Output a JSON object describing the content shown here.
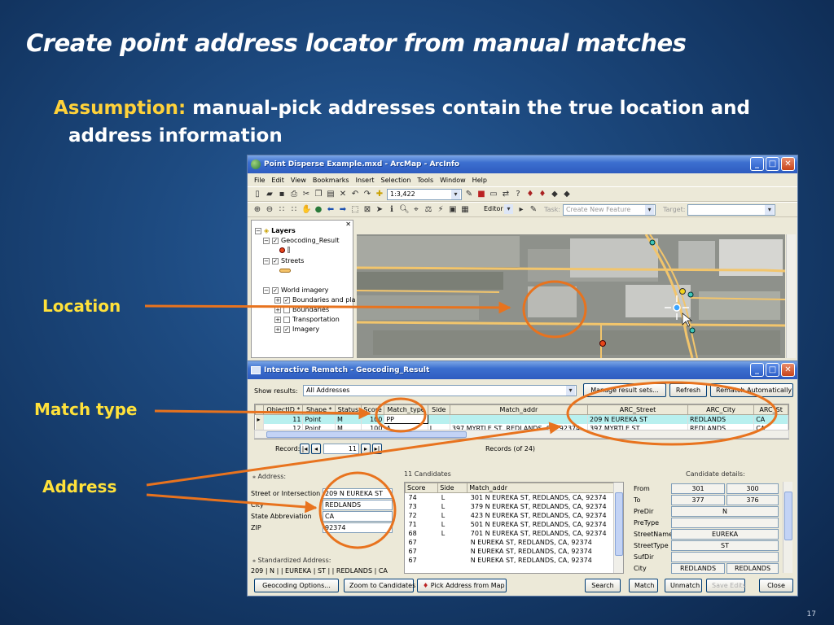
{
  "slide": {
    "title": "Create point address locator from manual matches",
    "bullet_label": "Assumption:",
    "bullet_text_1": "manual-pick addresses contain the true location and",
    "bullet_text_2": "address information",
    "callouts": [
      "Location",
      "Match type",
      "Address"
    ],
    "page_number": "17",
    "annotation_color": "#e8731e",
    "callout_color": "#ffe13a"
  },
  "arcmap": {
    "title": "Point Disperse Example.mxd - ArcMap - ArcInfo",
    "menu": [
      "File",
      "Edit",
      "View",
      "Bookmarks",
      "Insert",
      "Selection",
      "Tools",
      "Window",
      "Help"
    ],
    "scale": "1:3,422",
    "editor_label": "Editor",
    "task_label": "Task:",
    "task_value": "Create New Feature",
    "target_label": "Target:",
    "toc": {
      "root": "Layers",
      "items": [
        "Geocoding_Result",
        "Streets",
        "World imagery",
        "Boundaries and pla",
        "Boundaries",
        "Transportation",
        "Imagery"
      ]
    }
  },
  "rematch": {
    "title": "Interactive Rematch - Geocoding_Result",
    "show_results_label": "Show results:",
    "show_results_value": "All Addresses",
    "manage_button": "Manage result sets...",
    "refresh_button": "Refresh",
    "rematch_auto_button": "Rematch Automatically",
    "columns": [
      "ObjectID *",
      "Shape *",
      "Status",
      "Score",
      "Match_type",
      "Side",
      "Match_addr",
      "ARC_Street",
      "ARC_City",
      "ARC_St"
    ],
    "rows": [
      [
        "11",
        "Point",
        "M",
        "100",
        "PP",
        "",
        "",
        "209 N EUREKA ST",
        "REDLANDS",
        "CA"
      ],
      [
        "12",
        "Point",
        "M",
        "100",
        "A",
        "L",
        "397 MYRTLE ST, REDLANDS, CA, 92374",
        "397 MYRTLE ST",
        "REDLANDS",
        "CA"
      ]
    ],
    "record_label": "Record:",
    "record_value": "11",
    "records_of": "Records (of 24)",
    "address_header": "Address:",
    "address_fields": [
      {
        "label": "Street or Intersection",
        "value": "209 N EUREKA ST"
      },
      {
        "label": "City",
        "value": "REDLANDS"
      },
      {
        "label": "State Abbreviation",
        "value": "CA"
      },
      {
        "label": "ZIP",
        "value": "92374"
      }
    ],
    "standardized_header": "Standardized Address:",
    "standardized_value": "209 | N |  | EUREKA | ST |  | REDLANDS | CA",
    "candidates_header": "11 Candidates",
    "candidate_columns": [
      "Score",
      "Side",
      "Match_addr"
    ],
    "candidates": [
      [
        "74",
        "L",
        "301 N EUREKA ST, REDLANDS, CA, 92374"
      ],
      [
        "73",
        "L",
        "379 N EUREKA ST, REDLANDS, CA, 92374"
      ],
      [
        "72",
        "L",
        "423 N EUREKA ST, REDLANDS, CA, 92374"
      ],
      [
        "71",
        "L",
        "501 N EUREKA ST, REDLANDS, CA, 92374"
      ],
      [
        "68",
        "L",
        "701 N EUREKA ST, REDLANDS, CA, 92374"
      ],
      [
        "67",
        "",
        "N EUREKA ST, REDLANDS, CA, 92374"
      ],
      [
        "67",
        "",
        "N EUREKA ST, REDLANDS, CA, 92374"
      ],
      [
        "67",
        "",
        "N EUREKA ST, REDLANDS, CA, 92374"
      ]
    ],
    "details_header": "Candidate details:",
    "details": [
      {
        "label": "From",
        "v1": "301",
        "v2": "300"
      },
      {
        "label": "To",
        "v1": "377",
        "v2": "376"
      },
      {
        "label": "PreDir",
        "v": "N"
      },
      {
        "label": "PreType",
        "v": ""
      },
      {
        "label": "StreetName",
        "v": "EUREKA"
      },
      {
        "label": "StreetType",
        "v": "ST"
      },
      {
        "label": "SufDir",
        "v": ""
      },
      {
        "label": "City",
        "v1": "REDLANDS",
        "v2": "REDLANDS"
      }
    ],
    "buttons": {
      "geocoding_options": "Geocoding Options...",
      "zoom_candidates": "Zoom to Candidates",
      "pick_address": "Pick Address from Map",
      "search": "Search",
      "match": "Match",
      "unmatch": "Unmatch",
      "save_edits": "Save Edits",
      "close": "Close"
    }
  }
}
